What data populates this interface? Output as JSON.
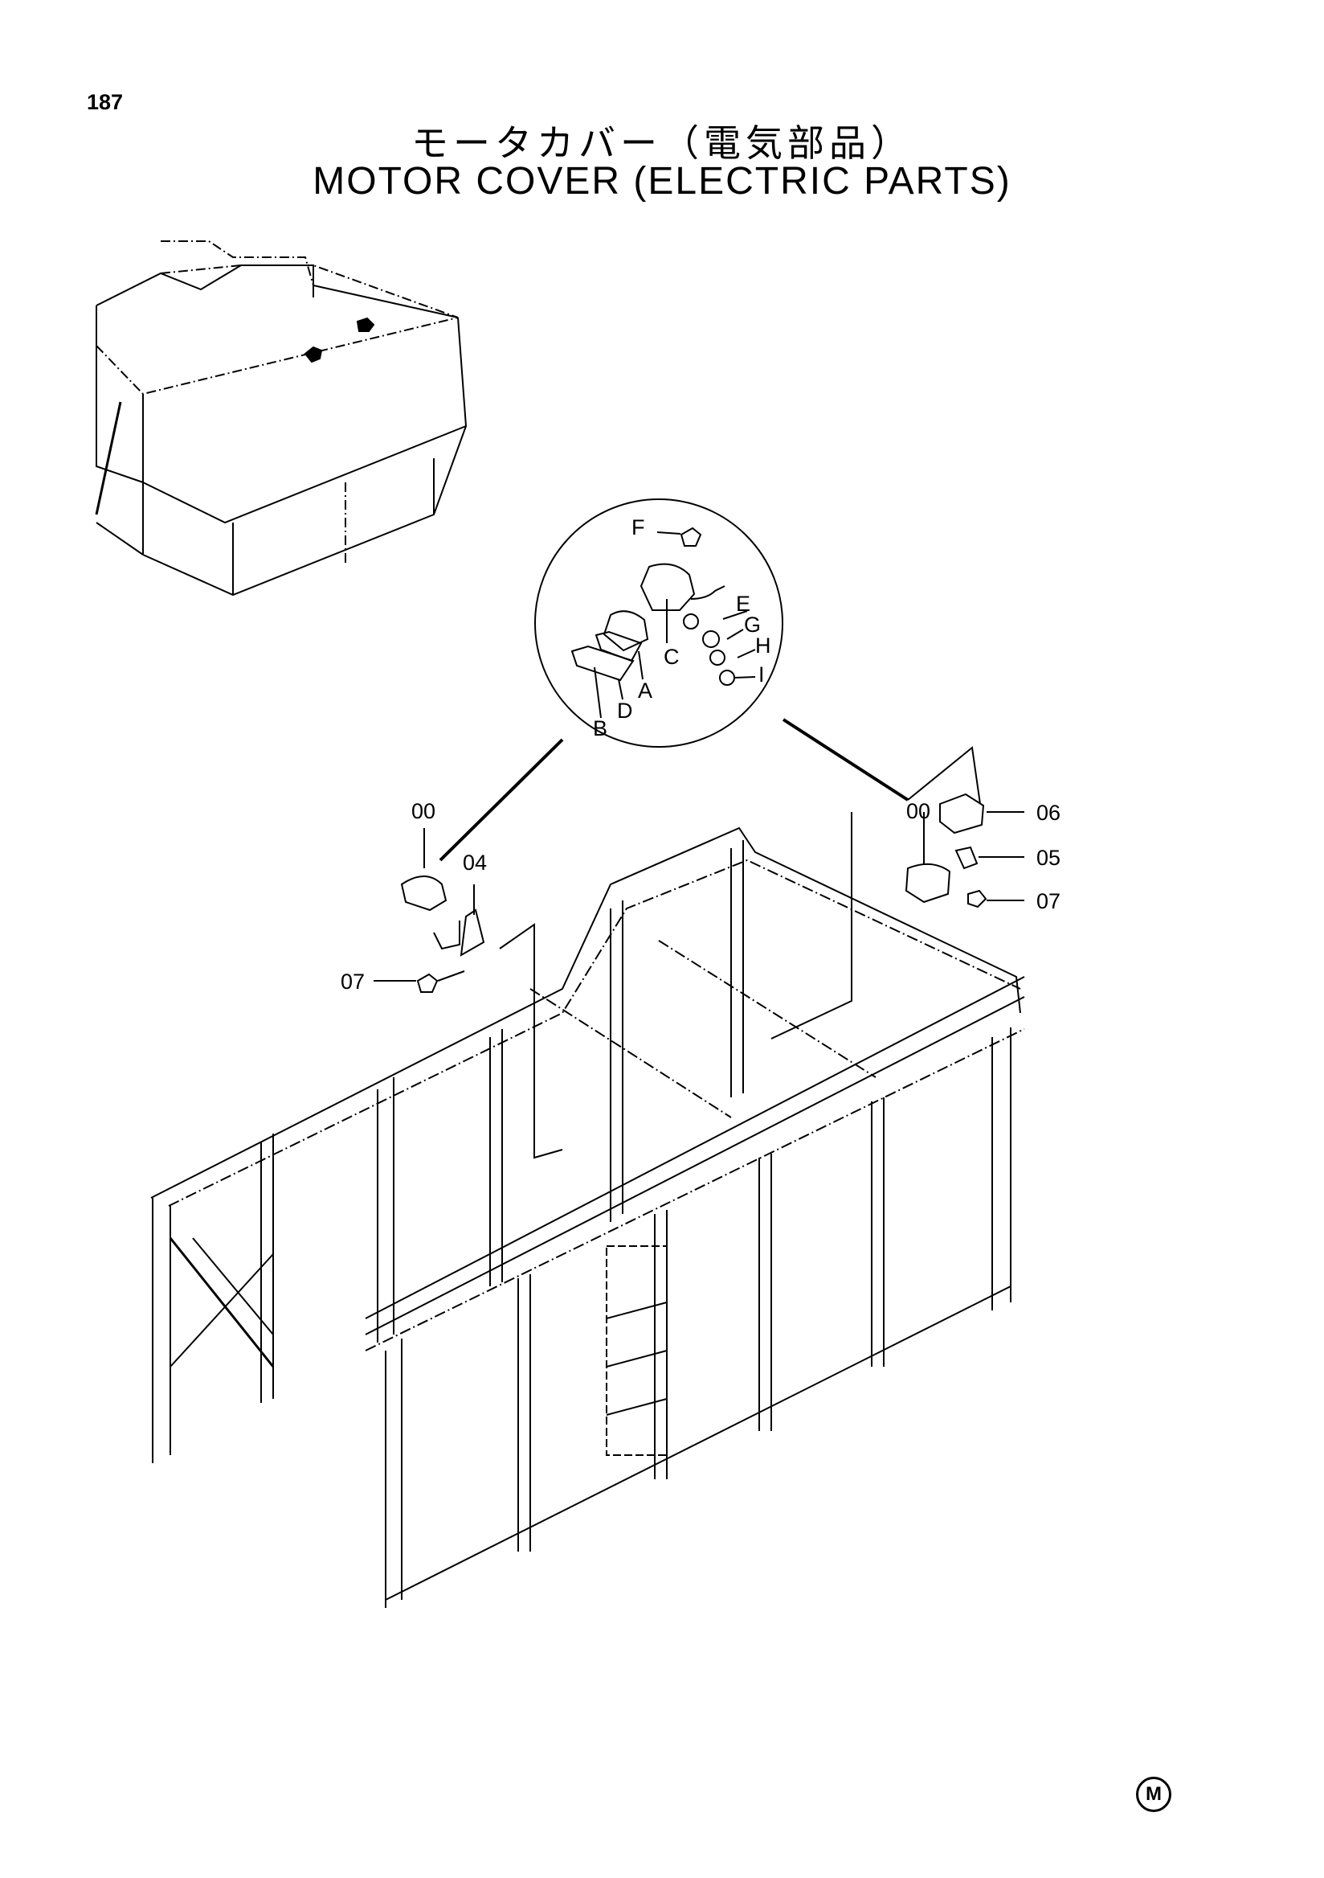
{
  "page_number": "187",
  "title_jp": "モータカバー（電気部品）",
  "title_en": "MOTOR COVER (ELECTRIC PARTS)",
  "corner_mark": "M",
  "detail_labels": [
    "F",
    "E",
    "G",
    "C",
    "H",
    "A",
    "I",
    "D",
    "B"
  ],
  "callouts": [
    "00",
    "04",
    "07",
    "00",
    "06",
    "05",
    "07"
  ]
}
